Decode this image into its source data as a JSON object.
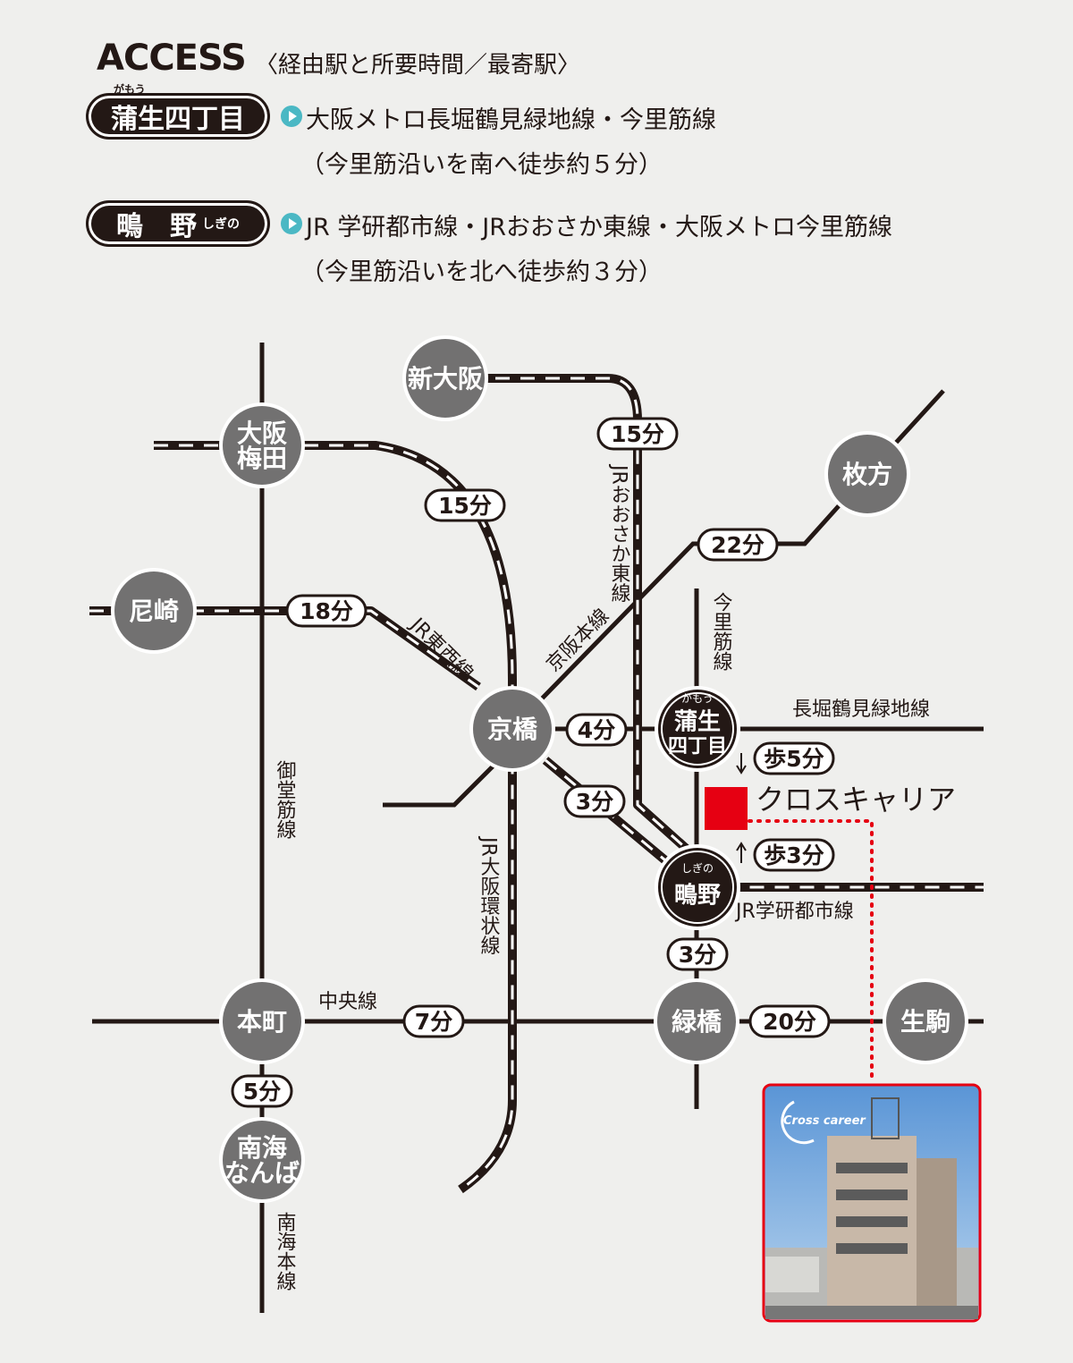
{
  "header": {
    "title": "ACCESS",
    "subtitle": "〈経由駅と所要時間／最寄駅〉"
  },
  "nearest": [
    {
      "station": "蒲生四丁目",
      "ruby": "がもう",
      "lines": "大阪メトロ長堀鶴見緑地線・今里筋線",
      "walk": "（今里筋沿いを南へ徒歩約５分）"
    },
    {
      "station": "鴫　野",
      "ruby": "しぎの",
      "lines": "JR 学研都市線・JRおおさか東線・大阪メトロ今里筋線",
      "walk": "（今里筋沿いを北へ徒歩約３分）"
    }
  ],
  "stations": {
    "umeda": [
      "大阪",
      "梅田"
    ],
    "shinosaka": "新大阪",
    "hirakata": "枚方",
    "amagasaki": "尼崎",
    "kyobashi": "京橋",
    "honmachi": "本町",
    "midoribashi": "緑橋",
    "ikoma": "生駒",
    "namba": [
      "南海",
      "なんば"
    ],
    "gamo": [
      "蒲生",
      "四丁目"
    ],
    "gamo_ruby": "がもう",
    "shigino": "鴫野",
    "shigino_ruby": "しぎの"
  },
  "lines": {
    "osaka_higashi": "JRおおさか東線",
    "tozai": "JR東西線",
    "keihan": "京阪本線",
    "imazato": "今里筋線",
    "nagahori": "長堀鶴見緑地線",
    "midosuji": "御堂筋線",
    "loop": "JR大阪環状線",
    "gakken": "JR学研都市線",
    "chuo": "中央線",
    "nankai": "南海本線"
  },
  "times": {
    "umeda_kyobashi": "15分",
    "shinosaka": "15分",
    "hirakata": "22分",
    "amagasaki": "18分",
    "kyobashi_gamo": "4分",
    "kyobashi_shigino": "3分",
    "walk_gamo": "歩5分",
    "walk_shigino": "歩3分",
    "shigino_midori": "3分",
    "honmachi_midori": "7分",
    "midori_ikoma": "20分",
    "honmachi_namba": "5分"
  },
  "destination": {
    "name": "クロスキャリア",
    "logo": "Cross career",
    "color": "#e60012"
  },
  "colors": {
    "station": "#727171",
    "ink": "#231815",
    "accent": "#4bb8c4"
  }
}
